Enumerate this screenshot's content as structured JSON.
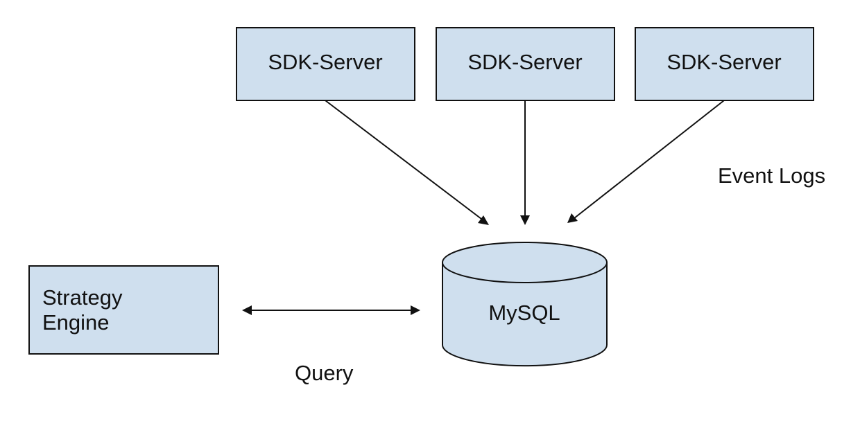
{
  "nodes": {
    "sdk_1": "SDK-Server",
    "sdk_2": "SDK-Server",
    "sdk_3": "SDK-Server",
    "strategy_line1": "Strategy",
    "strategy_line2": "Engine",
    "mysql": "MySQL"
  },
  "edge_labels": {
    "event_logs": "Event Logs",
    "query": "Query"
  },
  "colors": {
    "node_fill": "#cfdfee",
    "stroke": "#111111"
  }
}
